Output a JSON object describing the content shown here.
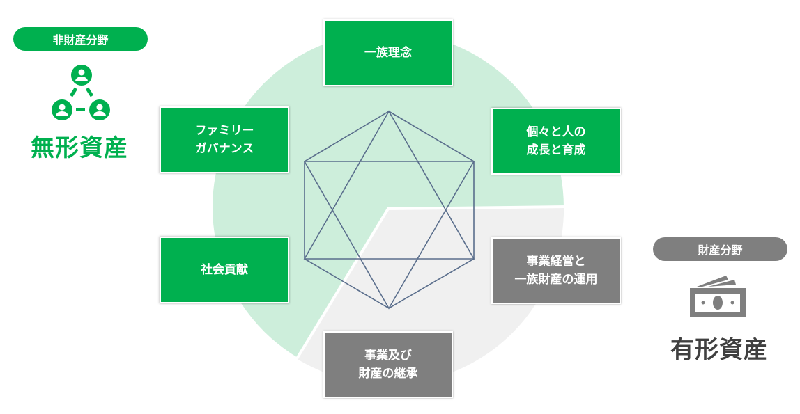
{
  "intangible": {
    "category": "非財産分野",
    "title": "無形資産",
    "icon": "people-network-icon"
  },
  "tangible": {
    "category": "財産分野",
    "title": "有形資産",
    "icon": "money-bills-icon"
  },
  "items": [
    {
      "lines": [
        "一族理念"
      ],
      "group": "intangible"
    },
    {
      "lines": [
        "ファミリー",
        "ガバナンス"
      ],
      "group": "intangible"
    },
    {
      "lines": [
        "個々と人の",
        "成長と育成"
      ],
      "group": "intangible"
    },
    {
      "lines": [
        "社会貢献"
      ],
      "group": "intangible"
    },
    {
      "lines": [
        "事業経営と",
        "一族財産の運用"
      ],
      "group": "tangible"
    },
    {
      "lines": [
        "事業及び",
        "財産の継承"
      ],
      "group": "tangible"
    }
  ],
  "colors": {
    "green": "#00b04f",
    "light_green": "#cdeedb",
    "gray": "#7f7f7f",
    "light_gray": "#f0f0f0",
    "hexagon": "#5a6e8c"
  }
}
